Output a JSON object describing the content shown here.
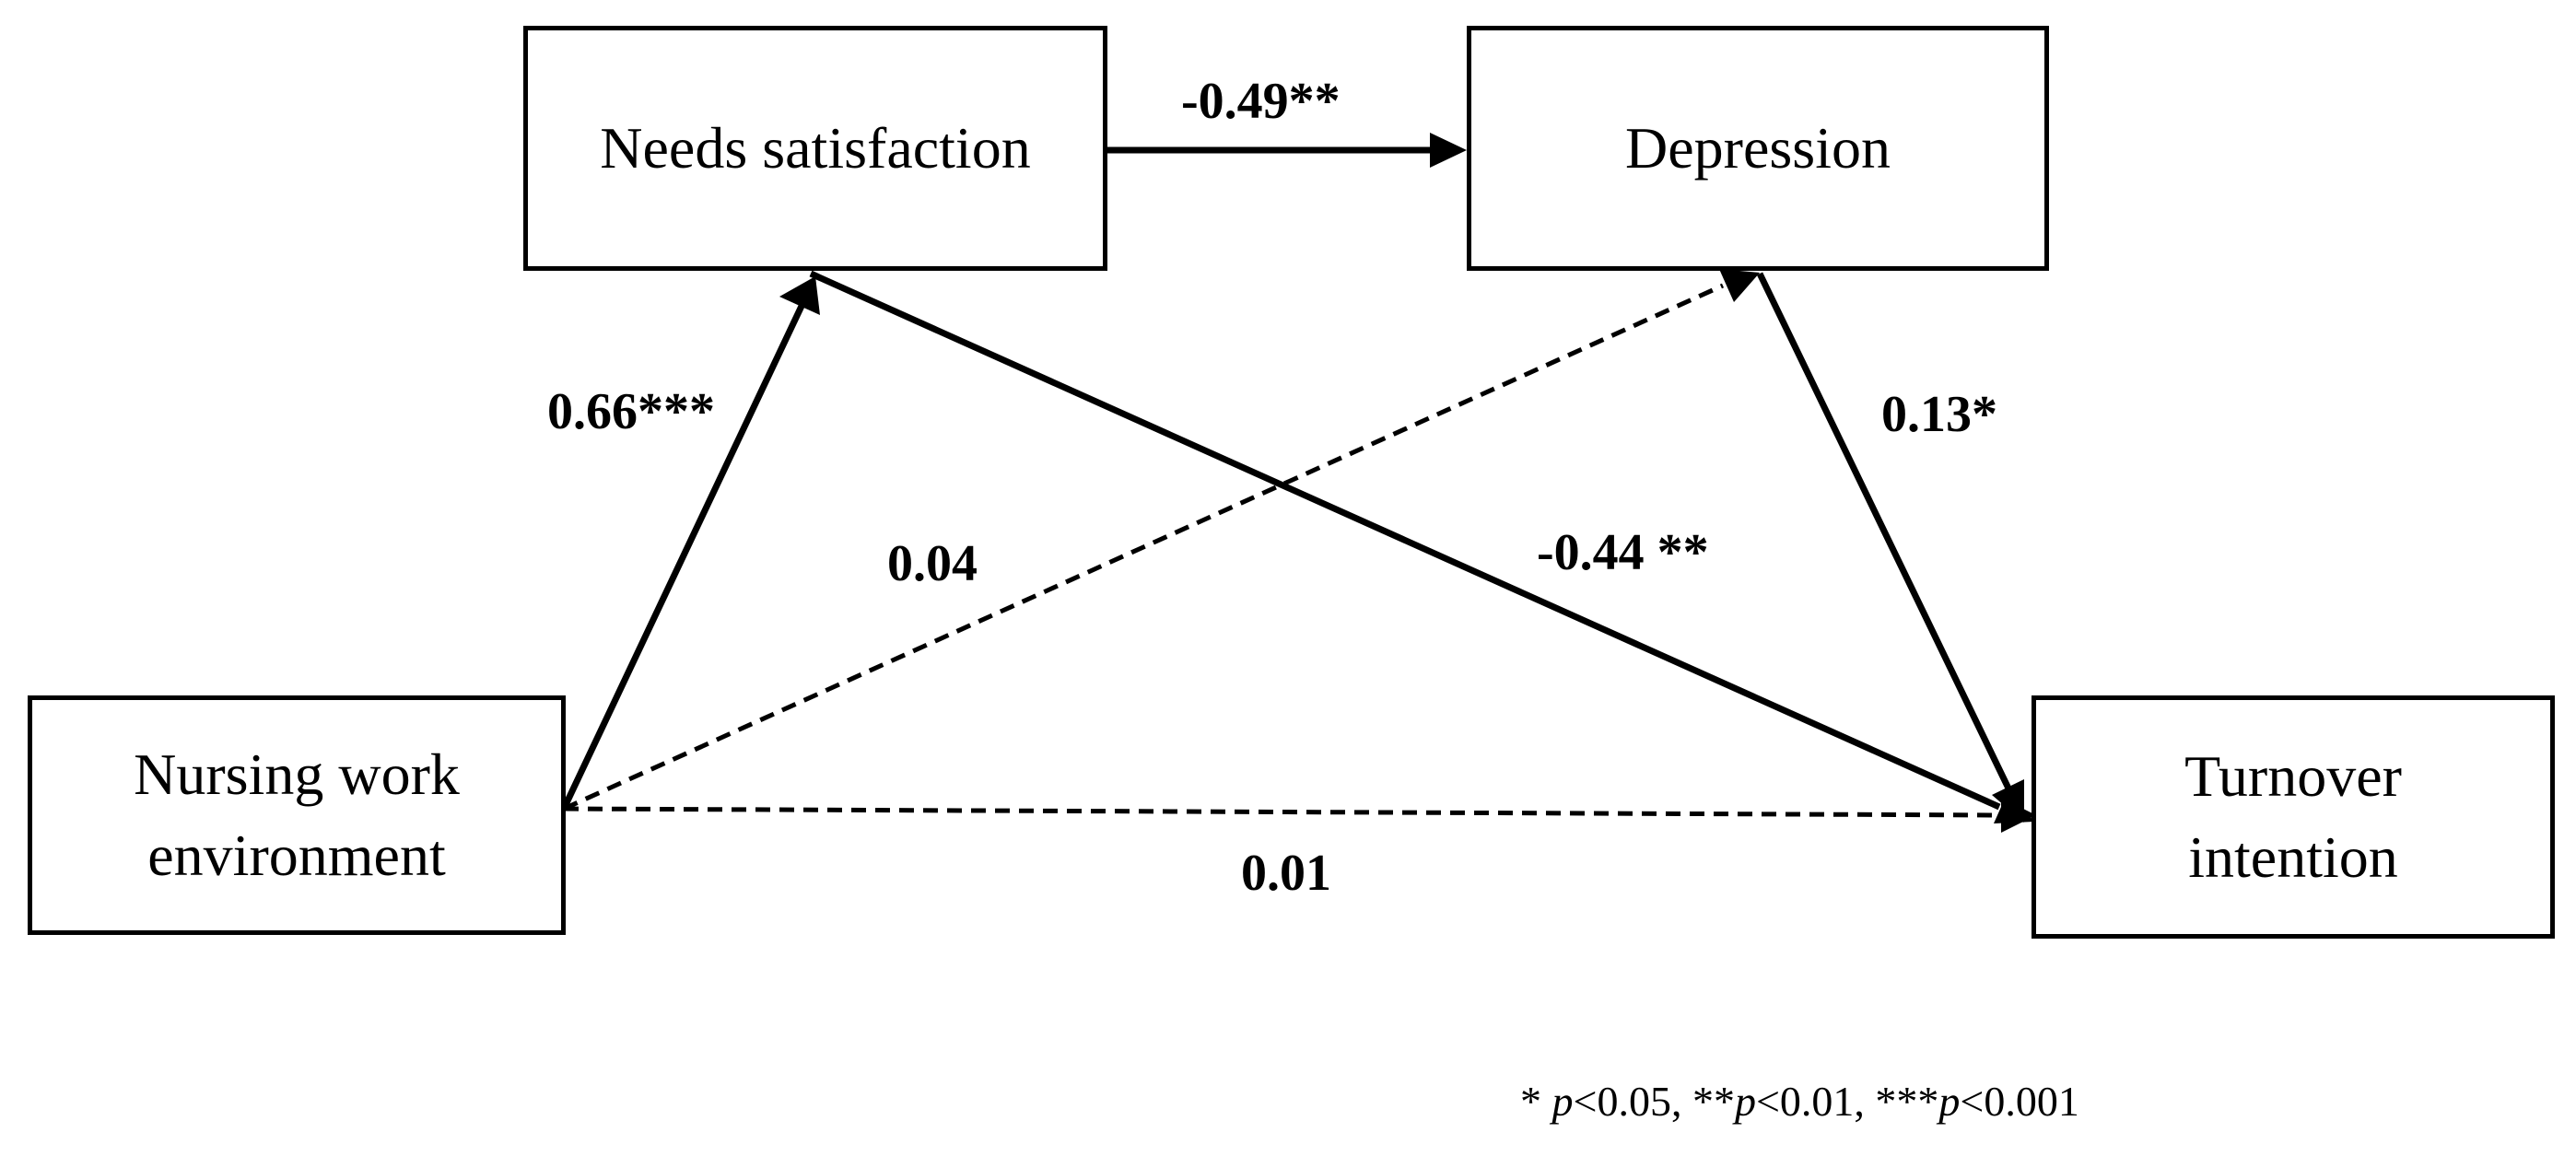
{
  "nodes": {
    "needs_satisfaction": "Needs satisfaction",
    "depression": "Depression",
    "nursing_work_environment": "Nursing work\nenvironment",
    "turnover_intention": "Turnover\nintention"
  },
  "paths": [
    {
      "from": "nursing_work_environment",
      "to": "needs_satisfaction",
      "coefficient": "0.66***",
      "style": "solid"
    },
    {
      "from": "needs_satisfaction",
      "to": "depression",
      "coefficient": "-0.49**",
      "style": "solid"
    },
    {
      "from": "depression",
      "to": "turnover_intention",
      "coefficient": "0.13*",
      "style": "solid"
    },
    {
      "from": "needs_satisfaction",
      "to": "turnover_intention",
      "coefficient": "-0.44 **",
      "style": "solid"
    },
    {
      "from": "nursing_work_environment",
      "to": "depression",
      "coefficient": "0.04",
      "style": "dashed"
    },
    {
      "from": "nursing_work_environment",
      "to": "turnover_intention",
      "coefficient": "0.01",
      "style": "dashed"
    }
  ],
  "footnote": {
    "star1": "* ",
    "p1": "p",
    "t1": "<0.05, **",
    "p2": "p",
    "t2": "<0.01, ***",
    "p3": "p",
    "t3": "<0.001"
  }
}
